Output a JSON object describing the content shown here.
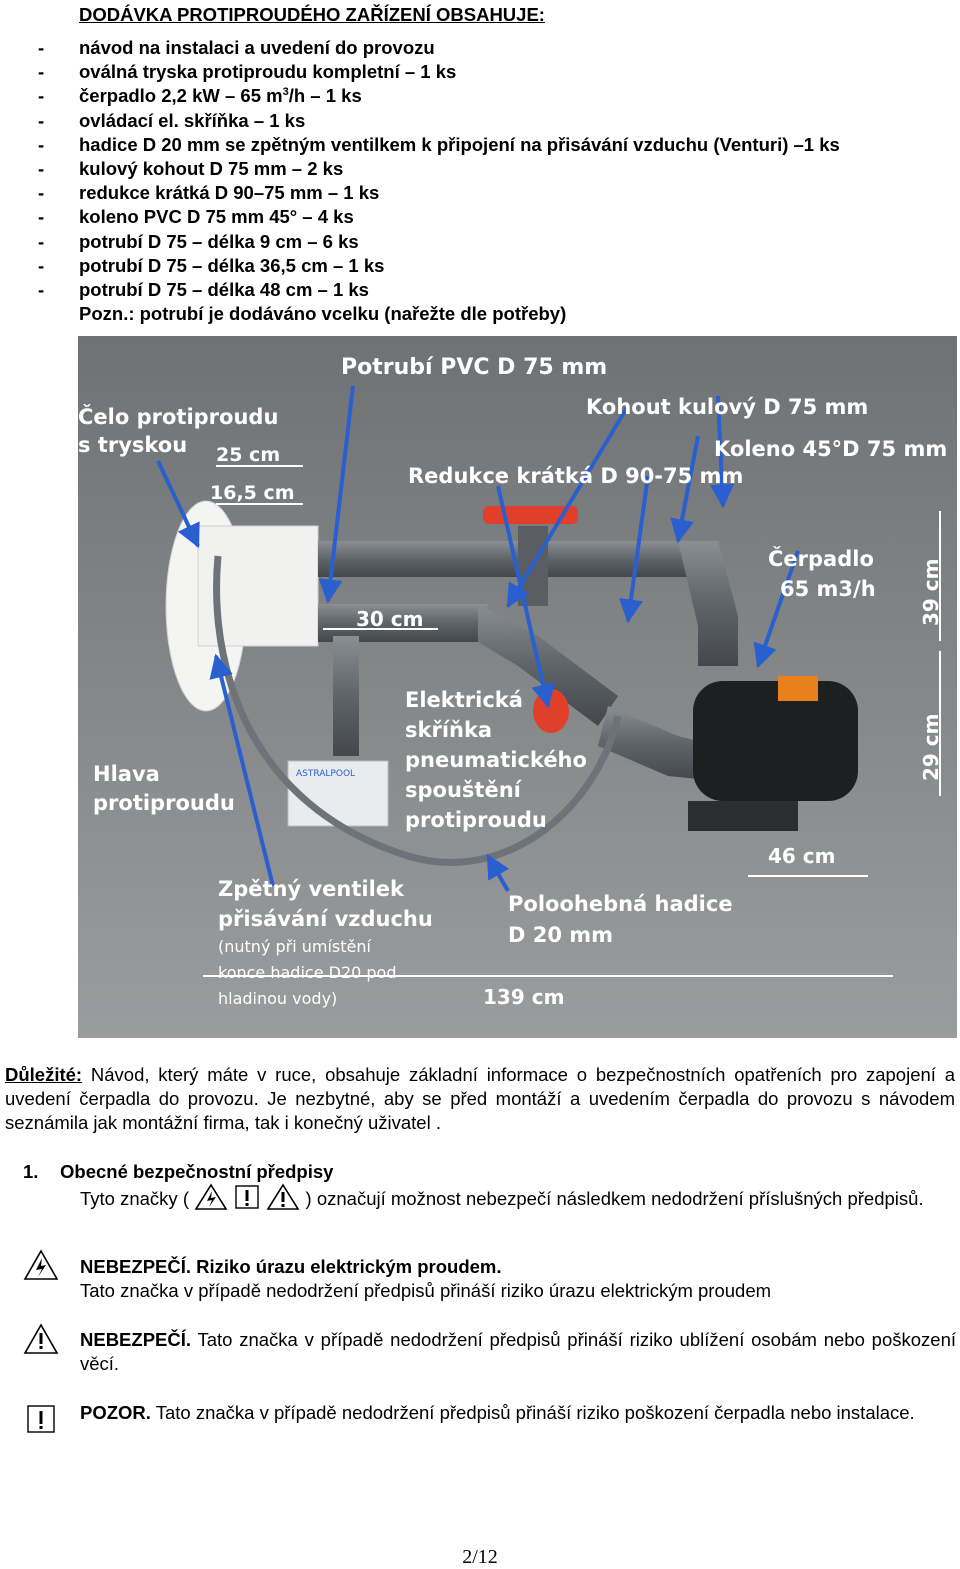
{
  "title": "DODÁVKA PROTIPROUDÉHO ZAŘÍZENÍ OBSAHUJE:",
  "items": [
    {
      "text": "návod na instalaci a uvedení do provozu"
    },
    {
      "text": "oválná tryska protiproudu kompletní – 1 ks"
    },
    {
      "text_before": "čerpadlo 2,2 kW – 65 m",
      "sup": "3",
      "text_after": "/h – 1 ks"
    },
    {
      "text": "ovládací el. skříňka – 1 ks"
    },
    {
      "text": "hadice D 20 mm se zpětným ventilkem k připojení na přisávání vzduchu (Venturi) –1 ks"
    },
    {
      "text": "kulový kohout D 75 mm – 2 ks"
    },
    {
      "text": "redukce krátká D 90–75 mm – 1 ks"
    },
    {
      "text": "koleno PVC D 75 mm 45° – 4 ks"
    },
    {
      "text": "potrubí D 75 – délka 9 cm – 6 ks"
    },
    {
      "text": "potrubí D 75 – délka 36,5 cm – 1 ks"
    },
    {
      "text": "potrubí D 75 – délka 48 cm – 1 ks"
    }
  ],
  "dash": "-",
  "note": "Pozn.: potrubí je dodáváno vcelku (nařežte dle potřeby)",
  "photo": {
    "pipe_label": "Potrubí PVC D 75 mm",
    "head_front_1": "Čelo protiproudu",
    "head_front_2": "s tryskou",
    "valve_label": "Kohout kulový D 75 mm",
    "elbow_label": "Koleno 45°D 75 mm",
    "reducer_label": "Redukce krátká D 90-75 mm",
    "dim_25": "25 cm",
    "dim_165": "16,5 cm",
    "dim_30": "30 cm",
    "pump_1": "Čerpadlo",
    "pump_2": "65 m3/h",
    "dim_39": "39 cm",
    "dim_29": "29 cm",
    "dim_46": "46 cm",
    "dim_139": "139 cm",
    "box_1": "Elektrická",
    "box_2": "skříňka",
    "box_3": "pneumatického",
    "box_4": "spouštění",
    "box_5": "protiproudu",
    "head_1": "Hlava",
    "head_2": "protiproudu",
    "check_1": "Zpětný ventilek",
    "check_2": "přisávání vzduchu",
    "check_3": "(nutný při umístění",
    "check_4": "konce hadice D20 pod",
    "check_5": "hladinou vody)",
    "hose_1": "Poloohebná hadice",
    "hose_2": "D 20 mm",
    "box_brand": "ASTRALPOOL"
  },
  "important": {
    "label": "Důležité:",
    "text": " Návod, který máte v ruce, obsahuje základní informace o bezpečnostních opatřeních pro zapojení a uvedení čerpadla do provozu. Je nezbytné, aby se před montáží a uvedením čerpadla do provozu s návodem seznámila jak montážní firma, tak i konečný uživatel ."
  },
  "section": {
    "number": "1.",
    "title": "Obecné bezpečnostní předpisy"
  },
  "signs_intro": {
    "before": "Tyto značky (",
    "after": ") označují možnost nebezpečí následkem nedodržení příslušných předpisů."
  },
  "warnings": [
    {
      "icon": "electric-hazard-icon",
      "label": "NEBEZPEČÍ. Riziko úrazu elektrickým proudem.",
      "text": "Tato značka v případě nedodržení předpisů přináší riziko úrazu elektrickým proudem"
    },
    {
      "icon": "danger-triangle-icon",
      "label": "NEBEZPEČÍ.",
      "text": " Tato značka v případě nedodržení předpisů přináší riziko ublížení osobám nebo poškození věcí."
    },
    {
      "icon": "caution-square-icon",
      "label": "POZOR.",
      "text": " Tato značka v případě nedodržení předpisů přináší riziko poškození čerpadla nebo instalace."
    }
  ],
  "page_number": "2/12",
  "colors": {
    "arrow": "#2a5fd0",
    "pipe": "#6a6f74",
    "valve": "#e0402a",
    "floor": "#8b8d8e"
  }
}
